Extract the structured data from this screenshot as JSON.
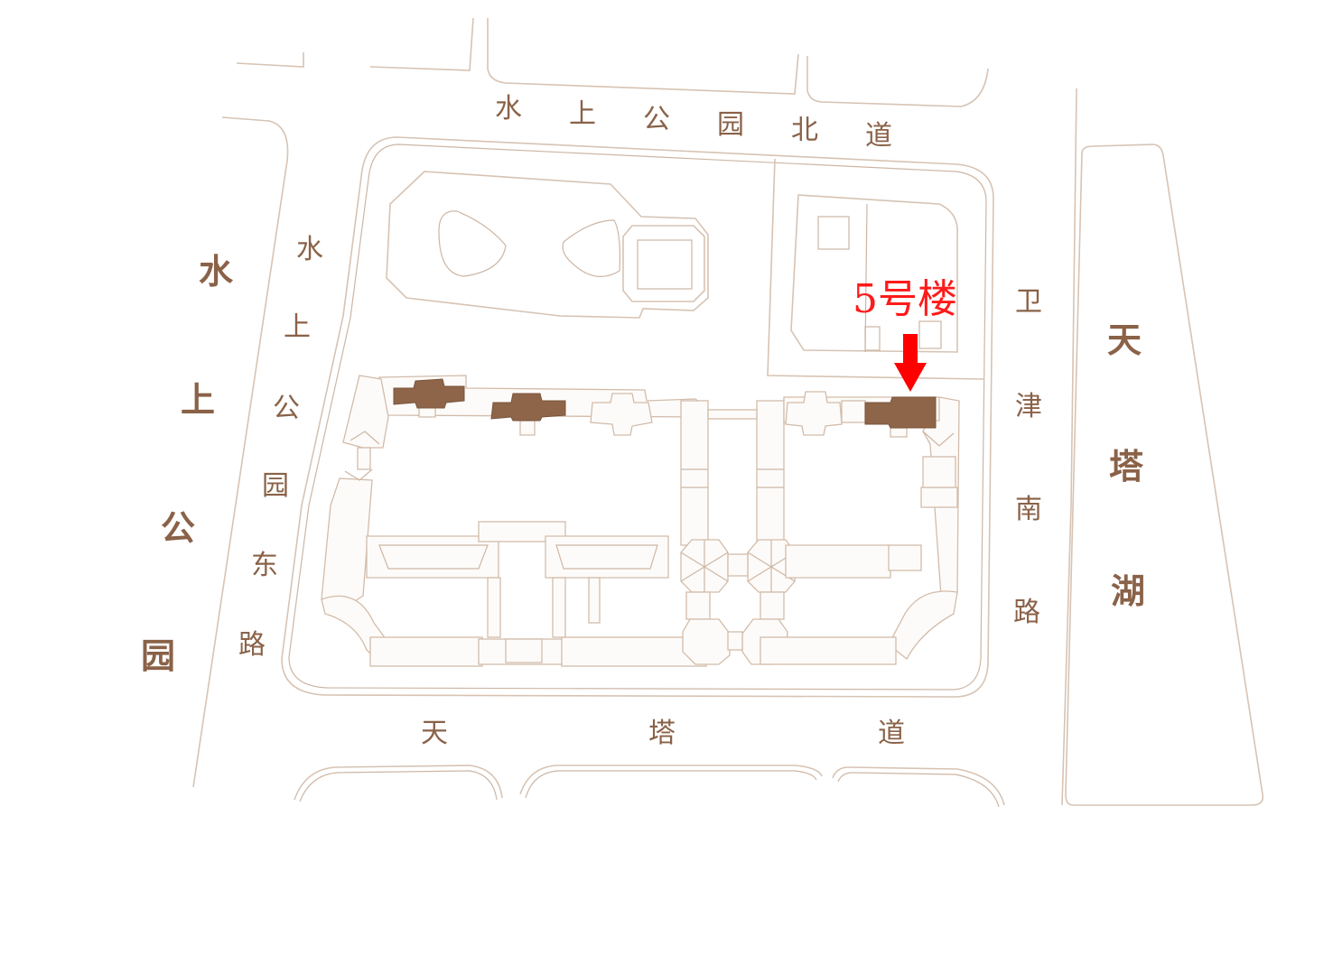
{
  "roads": {
    "north": {
      "label": [
        "水",
        "上",
        "公",
        "园",
        "北",
        "道"
      ]
    },
    "west": {
      "label": [
        "水",
        "上",
        "公",
        "园",
        "东",
        "路"
      ]
    },
    "east": {
      "label": [
        "卫",
        "津",
        "南",
        "路"
      ]
    },
    "south": {
      "label": [
        "天",
        "塔",
        "道"
      ]
    }
  },
  "areas": {
    "park": {
      "label": [
        "水",
        "上",
        "公",
        "园"
      ]
    },
    "lake": {
      "label": [
        "天",
        "塔",
        "湖"
      ]
    }
  },
  "marker": {
    "label": "5号楼",
    "color": "#ff0000"
  },
  "colors": {
    "line": "#d7c3b3",
    "highlight": "#8e6549",
    "text": "#8a6248"
  }
}
